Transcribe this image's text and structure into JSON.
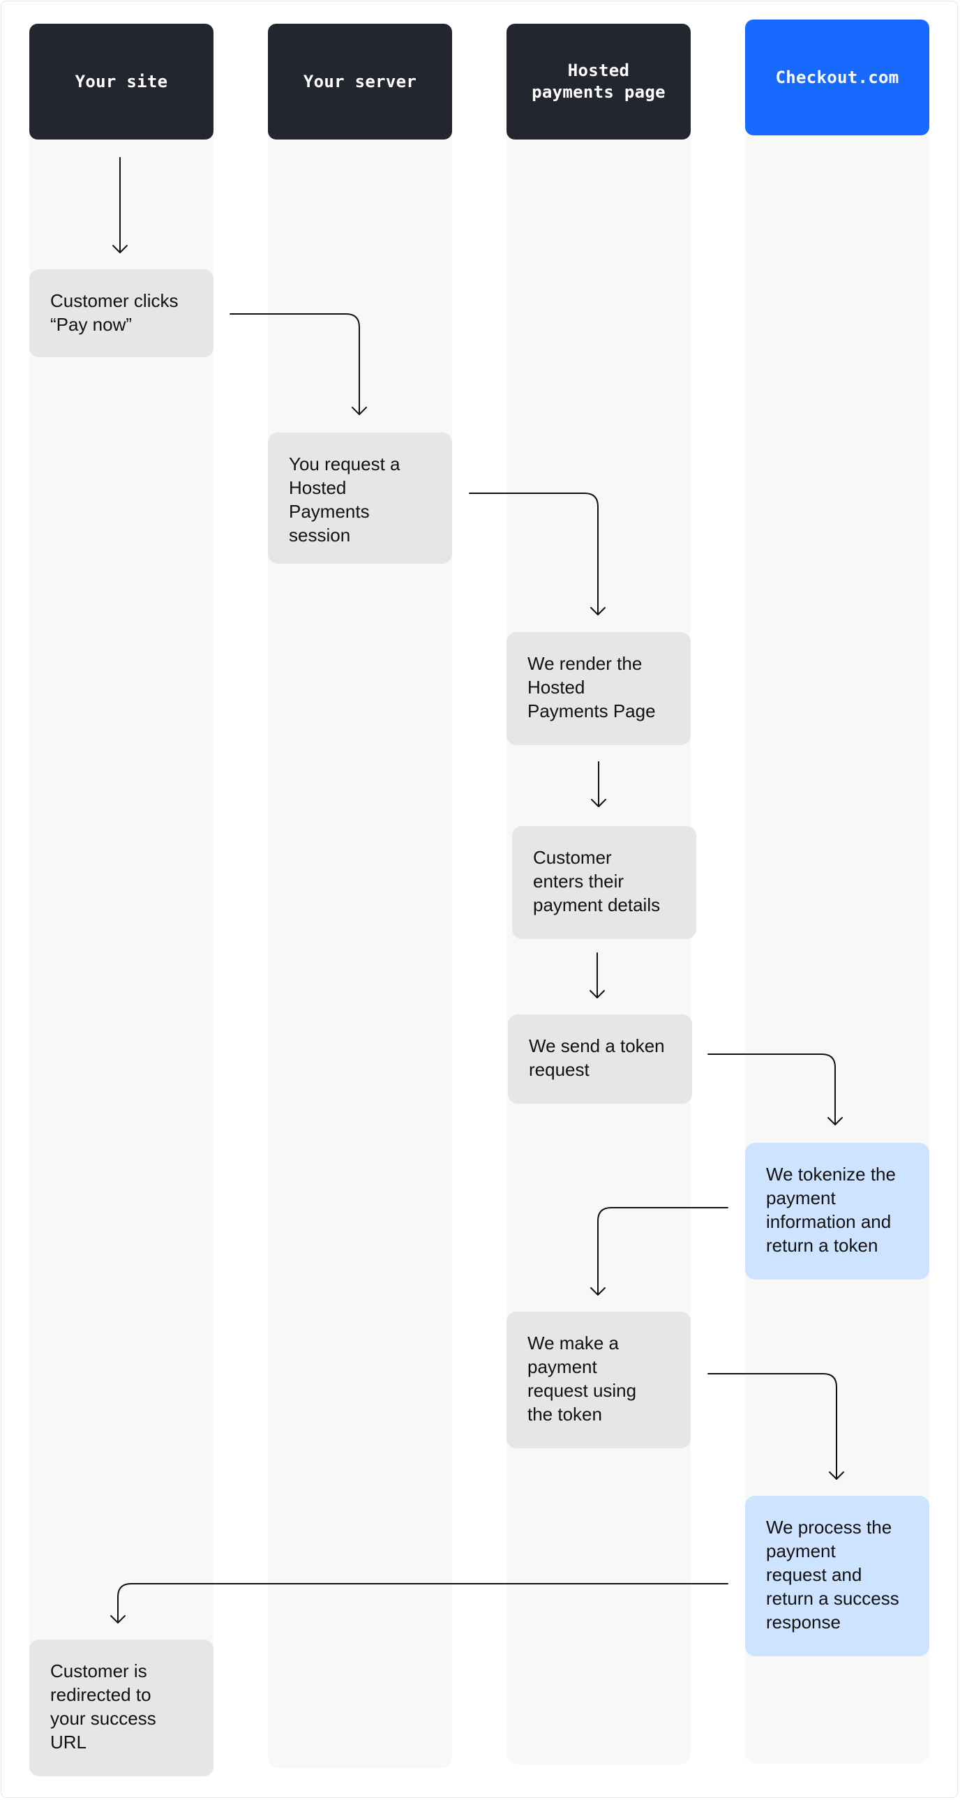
{
  "lanes": [
    {
      "key": "your_site",
      "label": "Your site",
      "style": "dark"
    },
    {
      "key": "your_server",
      "label": "Your server",
      "style": "dark"
    },
    {
      "key": "hosted_page",
      "label": "Hosted\npayments page",
      "style": "dark"
    },
    {
      "key": "checkout",
      "label": "Checkout.com",
      "style": "brand"
    }
  ],
  "steps": {
    "pay_now": "Customer clicks\n“Pay now”",
    "request_session": "You request a\nHosted\nPayments\nsession",
    "render_page": "We render the\nHosted\nPayments Page",
    "enter_details": "Customer\nenters their\npayment details",
    "send_token": "We send a token\nrequest",
    "tokenize": "We tokenize the\npayment\ninformation and\nreturn a token",
    "payment_request": "We make a\npayment\nrequest using\nthe token",
    "process_payment": "We process the\npayment\nrequest and\nreturn a success\nresponse",
    "redirect": "Customer is\nredirected to\nyour success\nURL"
  },
  "colors": {
    "lane_background": "#f8f8f8",
    "header_dark": "#23262f",
    "header_brand": "#186aff",
    "step_grey": "#e7e6e6",
    "step_blue": "#cde3ff",
    "arrow": "#111111"
  }
}
